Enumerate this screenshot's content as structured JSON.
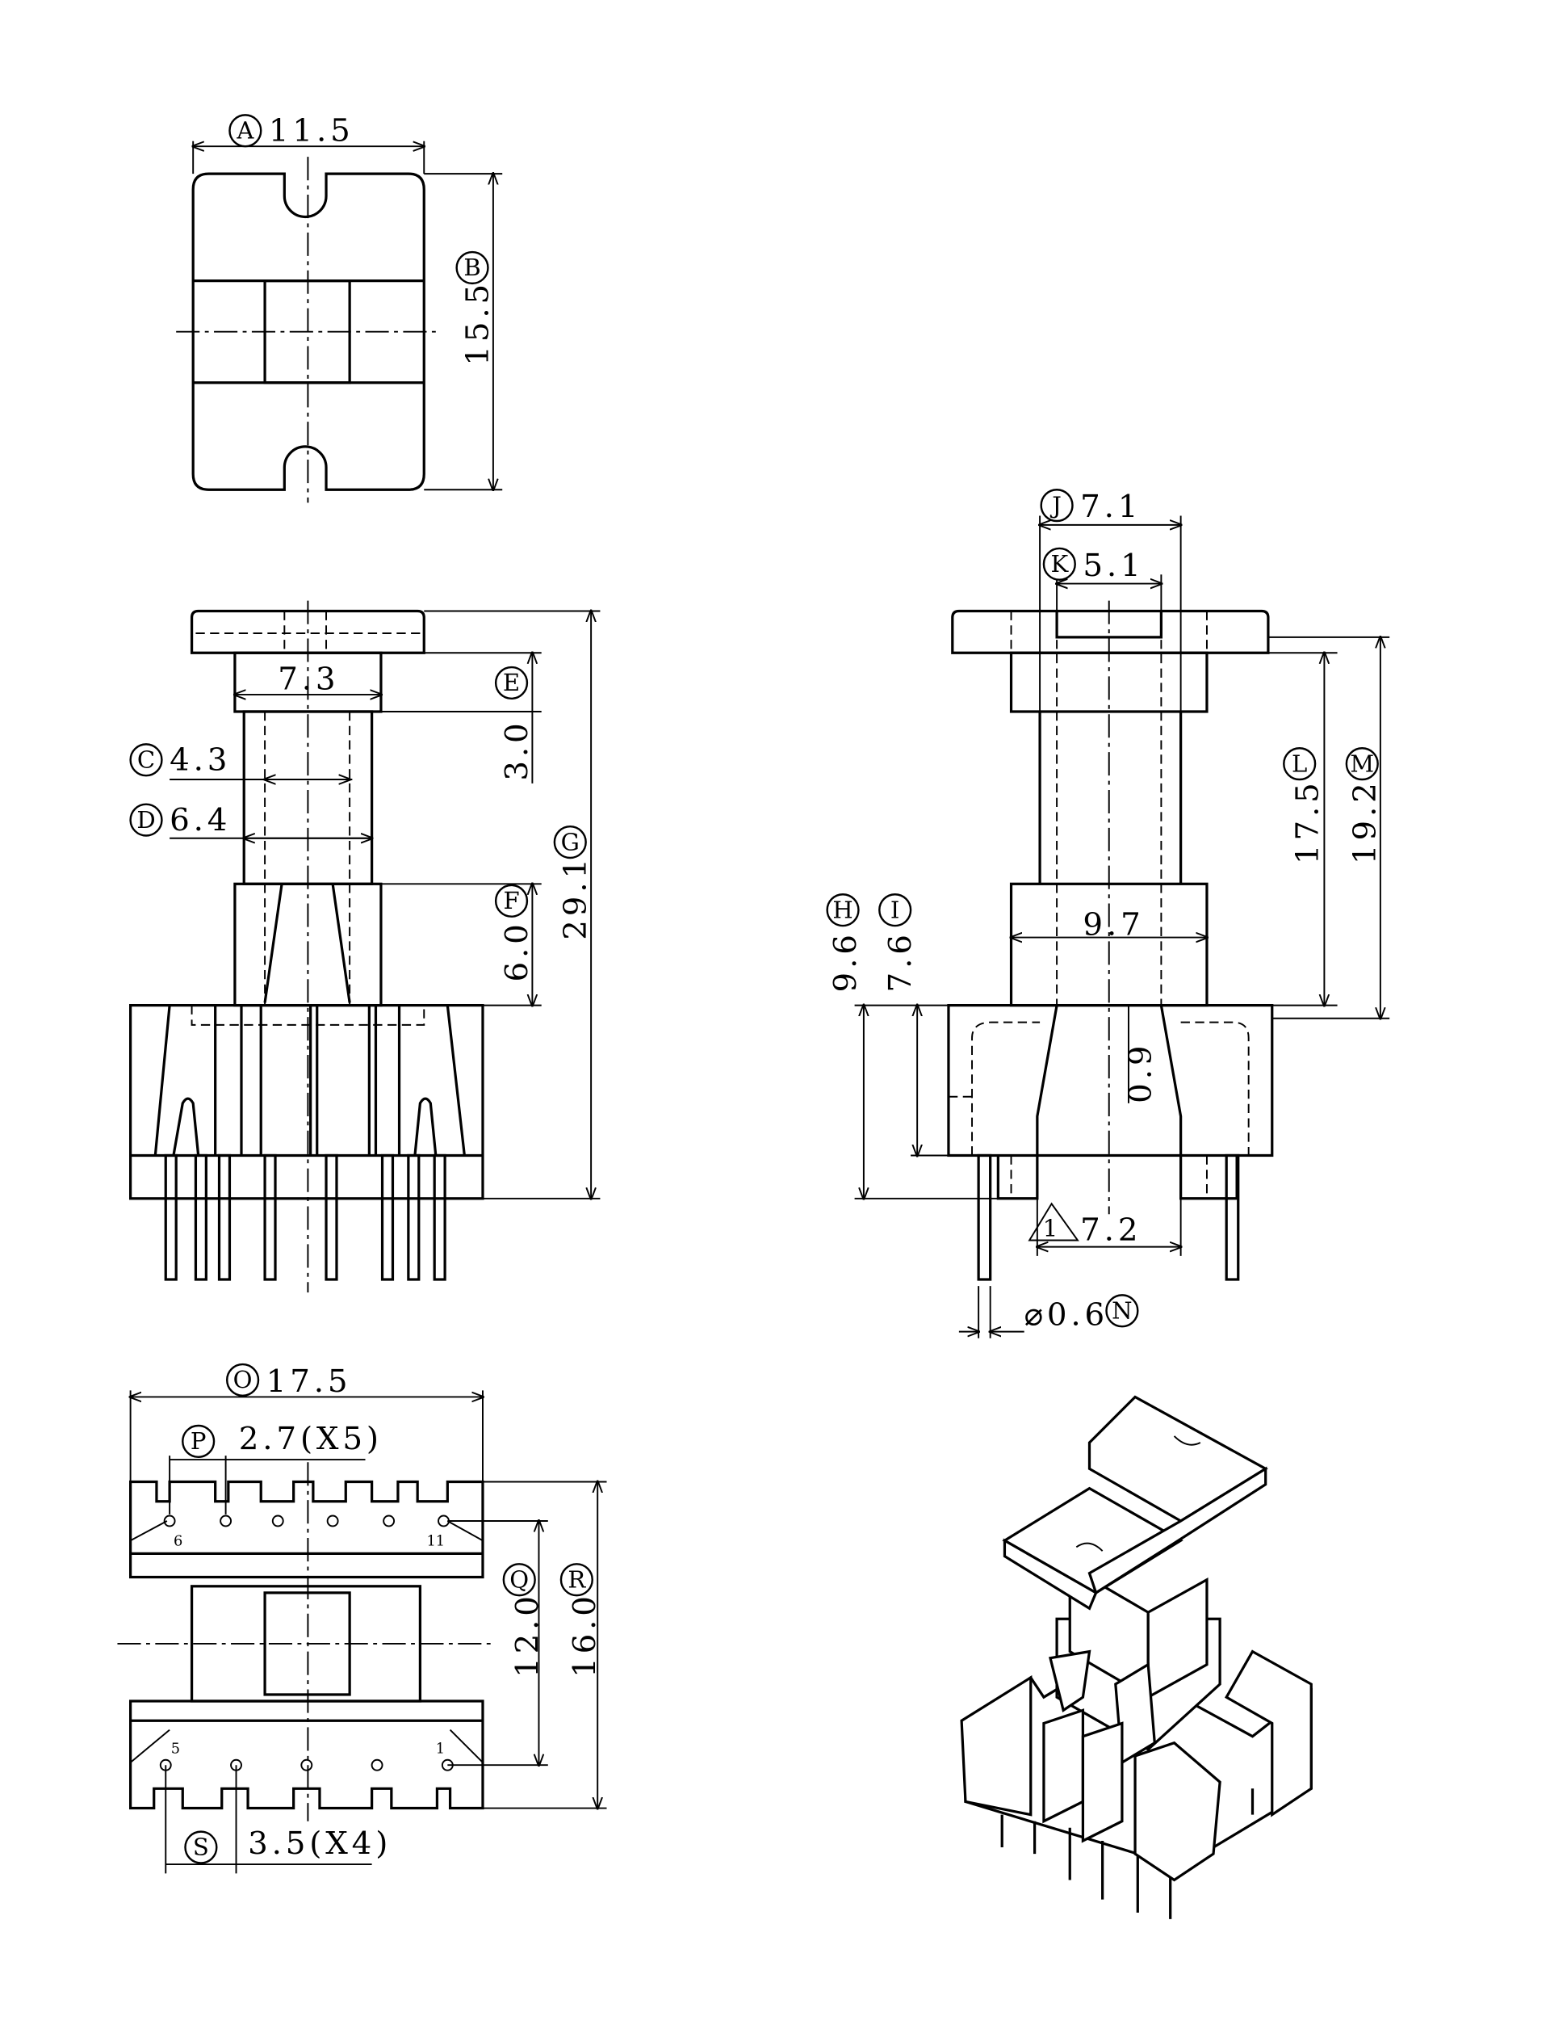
{
  "dimensions": {
    "A": {
      "letter": "A",
      "value": "11.5"
    },
    "B": {
      "letter": "B",
      "value": "15.5"
    },
    "C": {
      "letter": "C",
      "value": "4.3"
    },
    "D": {
      "letter": "D",
      "value": "6.4"
    },
    "E": {
      "letter": "E",
      "value": "3.0"
    },
    "F": {
      "letter": "F",
      "value": "6.0"
    },
    "G": {
      "letter": "G",
      "value": "29.1"
    },
    "H": {
      "letter": "H",
      "value": "9.6"
    },
    "I": {
      "letter": "I",
      "value": "7.6"
    },
    "J": {
      "letter": "J",
      "value": "7.1"
    },
    "K": {
      "letter": "K",
      "value": "5.1"
    },
    "L": {
      "letter": "L",
      "value": "17.5"
    },
    "M": {
      "letter": "M",
      "value": "19.2"
    },
    "N": {
      "letter": "N",
      "value": "⌀0.6"
    },
    "O": {
      "letter": "O",
      "value": "17.5"
    },
    "P": {
      "letter": "P",
      "value": "2.7(X5)"
    },
    "Q": {
      "letter": "Q",
      "value": "12.0"
    },
    "R": {
      "letter": "R",
      "value": "16.0"
    },
    "S": {
      "letter": "S",
      "value": "3.5(X4)"
    }
  },
  "unlabeled": {
    "neck_width": "7.3",
    "base_width": "9.7",
    "gap": "0.9"
  },
  "note": {
    "number": "1",
    "value": "7.2"
  },
  "pins": {
    "top_left": "6",
    "top_right": "11",
    "bottom_left": "5",
    "bottom_right": "1"
  }
}
